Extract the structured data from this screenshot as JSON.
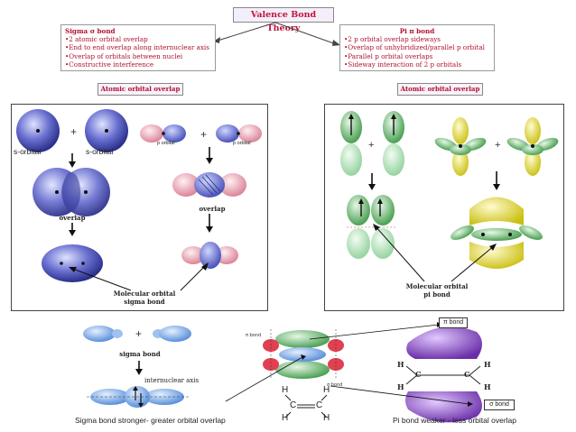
{
  "title": "Valence Bond Theory",
  "sigma_box": {
    "heading": "Sigma σ bond",
    "points": [
      "•2 atomic orbital overlap",
      "•End to end overlap along internuclear axis",
      "•Overlap of orbitals between nuclei",
      "•Constructive interference"
    ]
  },
  "pi_box": {
    "heading": "Pi π bond",
    "points": [
      "•2 p orbital overlap sideways",
      "•Overlap of unhybridized/parallel p orbital",
      "•Parallel p orbital overlaps",
      "•Sideway interaction of 2 p orbitals"
    ]
  },
  "left_tag": "Atomic orbital overlap",
  "right_tag": "Atomic orbital overlap",
  "left_panel": {
    "s_orbital_1": "s-orbital",
    "s_orbital_2": "s-orbital",
    "p_orbital_1": "p orbital",
    "p_orbital_2": "p orbital",
    "overlap_left": "overlap",
    "overlap_right": "overlap",
    "molecular_label": "Molecular orbital\nsigma bond",
    "plus": "+"
  },
  "right_panel": {
    "molecular_label": "Molecular orbital\npi bond",
    "plus": "+"
  },
  "bottom": {
    "sigma_bond_label": "sigma bond",
    "internuclear_axis": "internuclear axis",
    "sigma_caption": "Sigma bond stronger- greater orbital overlap",
    "pi_caption": "Pi bond weaker - less orbital overlap",
    "pi_bond_tag": "π bond",
    "sigma_bond_tag": "σ bond",
    "atom_c": "C",
    "atom_h": "H",
    "pi_bond_small": "π bond",
    "sigma_bond_small": "σ bond",
    "plus": "+"
  },
  "colors": {
    "title_red": "#c0143c",
    "s_orbital_blue": "#5a5fc0",
    "p_pink": "#e9a3b0",
    "green": "#6fbf6f",
    "yellow": "#e6e04a",
    "purple": "#8a4fc0"
  }
}
